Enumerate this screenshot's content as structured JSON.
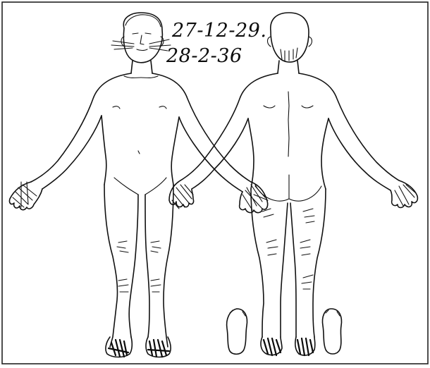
{
  "annotations": {
    "date_line_1": "27-12-29.",
    "date_line_2": "28-2-36"
  },
  "figures": {
    "front": "anterior body view",
    "back": "posterior body view",
    "feet": "plantar foot outlines"
  },
  "colors": {
    "ink": "#111111",
    "paper": "#ffffff"
  }
}
